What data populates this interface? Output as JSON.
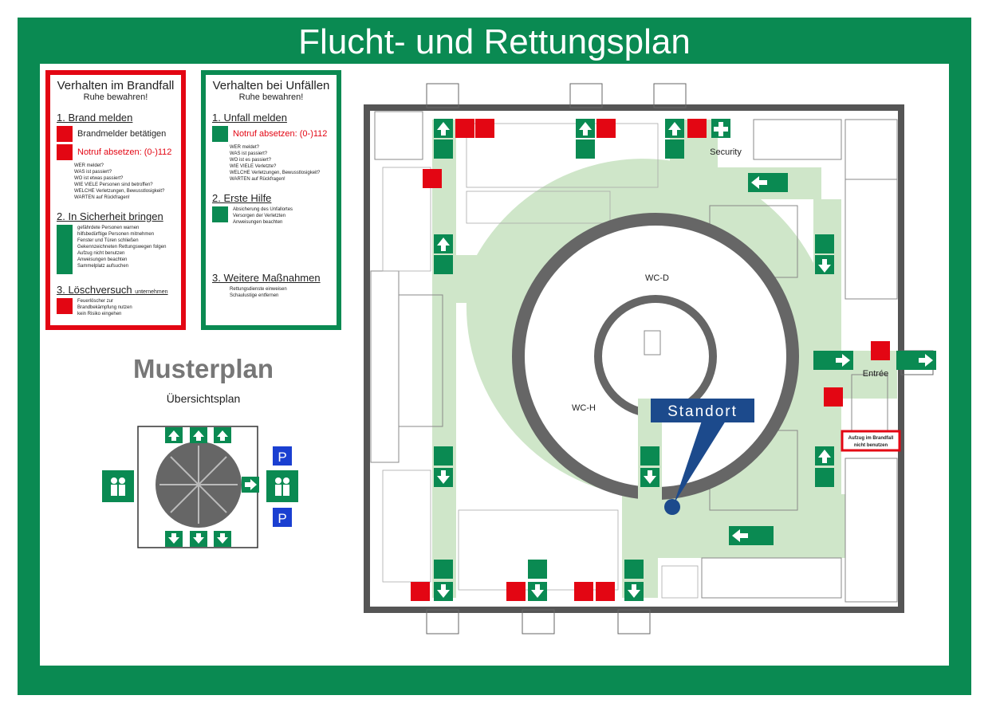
{
  "title": "Flucht- und Rettungsplan",
  "colors": {
    "green": "#0a8a52",
    "red": "#e30613",
    "floor_green": "#cfe6c9",
    "wall": "#555555",
    "standort_blue": "#1c4a8c"
  },
  "fire_panel": {
    "heading": "Verhalten im Brandfall",
    "sub": "Ruhe bewahren!",
    "s1": "1. Brand melden",
    "s1_l1": "Brandmelder betätigen",
    "s1_l2": "Notruf absetzen: (0-)112",
    "s1_b": [
      "WER meldet?",
      "WAS ist passiert?",
      "WO ist etwas passiert?",
      "WIE VIELE Personen sind betroffen?",
      "WELCHE Verletzungen, Bewusstlosigkeit?",
      "WARTEN auf Rückfragen!"
    ],
    "s2": "2. In Sicherheit bringen",
    "s2_b": [
      "gefährdete Personen warnen",
      "hilfsbedürftige Personen mitnehmen",
      "Fenster und Türen schließen",
      "Gekennzeichneten Rettungswegen folgen",
      "Aufzug nicht benutzen",
      "Anweisungen beachten",
      "Sammelplatz aufsuchen"
    ],
    "s3": "3. Löschversuch",
    "s3_suffix": "unternehmen",
    "s3_b": [
      "Feuerlöscher zur",
      "Brandbekämpfung nutzen",
      "kein Risiko eingehen"
    ]
  },
  "accident_panel": {
    "heading": "Verhalten bei Unfällen",
    "sub": "Ruhe bewahren!",
    "s1": "1. Unfall melden",
    "s1_l1": "Notruf absetzen: (0-)112",
    "s1_b": [
      "WER meldet?",
      "WAS ist passiert?",
      "WO ist es passiert?",
      "WIE VIELE Verletzte?",
      "WELCHE Verletzungen, Bewusstlosigkeit?",
      "WARTEN auf Rückfragen!"
    ],
    "s2": "2. Erste Hilfe",
    "s2_b": [
      "Absicherung des Unfallortes",
      "Versorgen der Verletzten",
      "Anweisungen beachten"
    ],
    "s3": "3. Weitere Maßnahmen",
    "s3_b": [
      "Rettungsdienste einweisen",
      "Schaulustige entfernen"
    ]
  },
  "legend": {
    "musterplan": "Musterplan",
    "uebersicht": "Übersichtsplan",
    "parking": "P"
  },
  "map": {
    "wc_d": "WC-D",
    "wc_h": "WC-H",
    "security": "Security",
    "entree": "Entrée",
    "standort": "Standort",
    "elevator_warning_1": "Aufzug im Brandfall",
    "elevator_warning_2": "nicht benutzen"
  }
}
